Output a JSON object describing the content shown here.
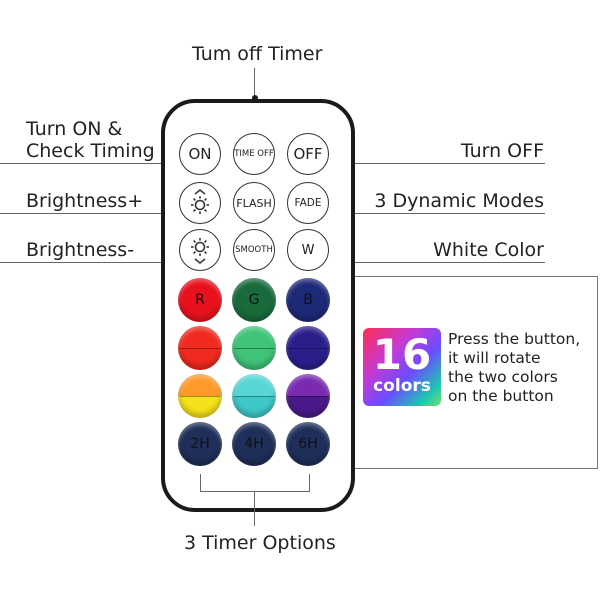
{
  "labels": {
    "top": "Tum off Timer",
    "turn_on_1": "Turn ON &",
    "turn_on_2": "Check Timing",
    "turn_off": "Turn OFF",
    "brightness_up": "Brightness+",
    "dynamic_modes": "3 Dynamic Modes",
    "brightness_down": "Brightness-",
    "white_color": "White Color",
    "timer_options": "3 Timer Options"
  },
  "buttons": {
    "on": "ON",
    "time_off": "TIME OFF",
    "off": "OFF",
    "flash": "FLASH",
    "fade": "FADE",
    "smooth": "SMOOTH",
    "white": "W",
    "red": "R",
    "green": "G",
    "blue": "B",
    "timer_2h": "2H",
    "timer_4h": "4H",
    "timer_6h": "6H"
  },
  "badge": {
    "number": "16",
    "word": "colors"
  },
  "description": [
    "Press the button,",
    "it will rotate",
    "the two colors",
    "on the button"
  ],
  "colors": {
    "row1": [
      "#e8121e",
      "#1a6b3c",
      "#1d2a78"
    ],
    "row2": [
      "#f02a1e",
      "#3fc478",
      "#2a1f8a"
    ],
    "row3_top": [
      "#ff9a2a",
      "#58d6d6",
      "#7a2ab0"
    ],
    "row3_bottom": [
      "#f5e21a",
      "#3fc8c8",
      "#4a1a8a"
    ],
    "row4": [
      "#1f2f5a",
      "#1f2f5a",
      "#1f2f5a"
    ]
  },
  "icons": [
    "sun-up-icon",
    "sun-down-icon"
  ]
}
